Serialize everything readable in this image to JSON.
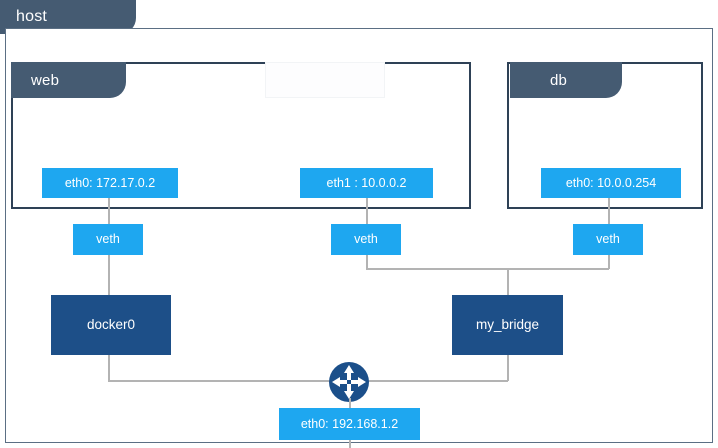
{
  "diagram": {
    "title": "host",
    "type": "docker-network-topology",
    "colors": {
      "slate_header": "#455b72",
      "container_border": "#2e4156",
      "interface_cyan": "#1ea7f0",
      "bridge_navy": "#1d4f88",
      "connector_gray": "#b3b3b3",
      "canvas_border": "#5b6f84",
      "background": "#ffffff"
    }
  },
  "host": {
    "label": "host",
    "eth0": {
      "label": "eth0: 192.168.1.2",
      "name": "eth0",
      "address": "192.168.1.2"
    },
    "router_icon": "router-multidirectional-icon"
  },
  "containers": [
    {
      "id": "web",
      "label": "web",
      "interfaces": [
        {
          "label": "eth0: 172.17.0.2",
          "name": "eth0",
          "address": "172.17.0.2"
        },
        {
          "label": "eth1 : 10.0.0.2",
          "name": "eth1",
          "address": "10.0.0.2"
        }
      ]
    },
    {
      "id": "db",
      "label": "db",
      "interfaces": [
        {
          "label": "eth0: 10.0.0.254",
          "name": "eth0",
          "address": "10.0.0.254"
        }
      ]
    }
  ],
  "veths": [
    {
      "id": "veth1",
      "label": "veth"
    },
    {
      "id": "veth2",
      "label": "veth"
    },
    {
      "id": "veth3",
      "label": "veth"
    }
  ],
  "bridges": [
    {
      "id": "docker0",
      "label": "docker0"
    },
    {
      "id": "my_bridge",
      "label": "my_bridge"
    }
  ]
}
